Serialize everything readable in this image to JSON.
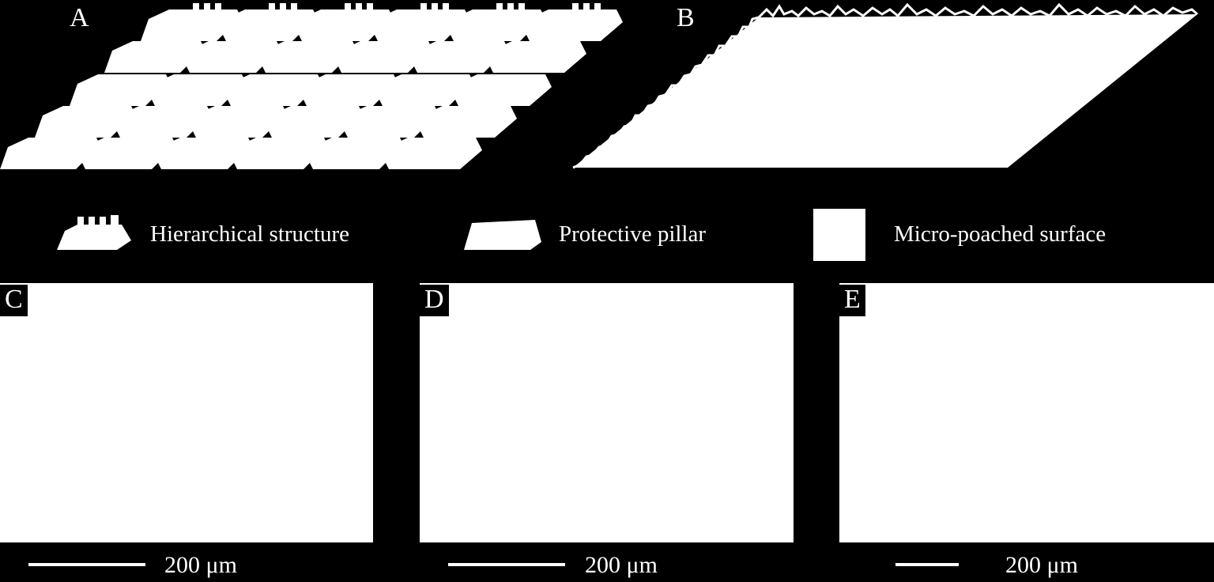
{
  "figure": {
    "colors": {
      "background": "#000000",
      "foreground": "#ffffff"
    },
    "panels": {
      "A": {
        "label": "A",
        "content": "pillar-array-schematic"
      },
      "B": {
        "label": "B",
        "content": "micro-poached-surface-schematic"
      },
      "C": {
        "label": "C",
        "scale_text": "200 μm"
      },
      "D": {
        "label": "D",
        "scale_text": "200 μm"
      },
      "E": {
        "label": "E",
        "scale_text": "200 μm"
      }
    },
    "legend": [
      {
        "icon": "hierarchical-structure-icon",
        "label": "Hierarchical structure"
      },
      {
        "icon": "protective-pillar-icon",
        "label": "Protective pillar"
      },
      {
        "icon": "micro-poached-surface-icon",
        "label": "Micro-poached surface"
      }
    ]
  }
}
